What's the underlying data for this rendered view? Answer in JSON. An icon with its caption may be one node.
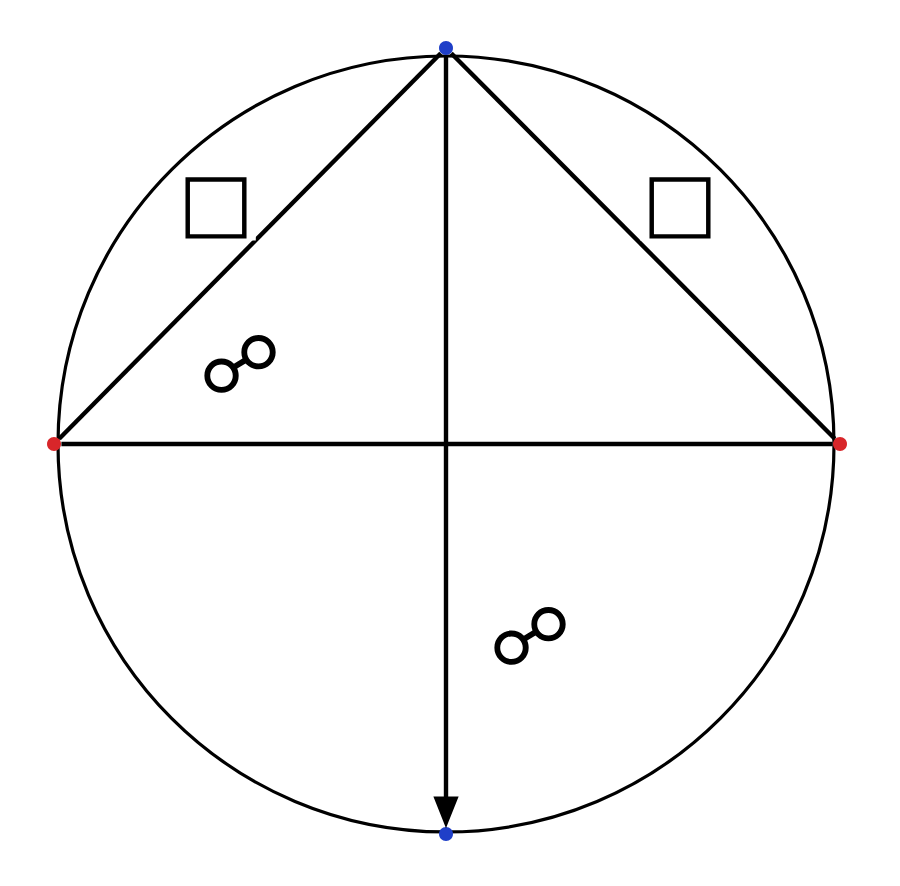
{
  "diagram": {
    "nodes": [
      {
        "text": [],
        "shape": "circle"
      },
      {
        "text": [],
        "shape": "circle"
      },
      {
        "text": [],
        "shape": "circle"
      },
      {
        "text": [],
        "shape": "circle"
      }
    ],
    "edges": [
      {
        "from": 0,
        "to": 1,
        "arrow": "none",
        "label": "□"
      },
      {
        "from": 0,
        "to": 2,
        "arrow": "none",
        "label": "□"
      },
      {
        "from": 1,
        "to": 2,
        "arrow": "none",
        "label": "☍"
      },
      {
        "from": 0,
        "to": 3,
        "arrow": "to",
        "label": "☍"
      }
    ]
  }
}
